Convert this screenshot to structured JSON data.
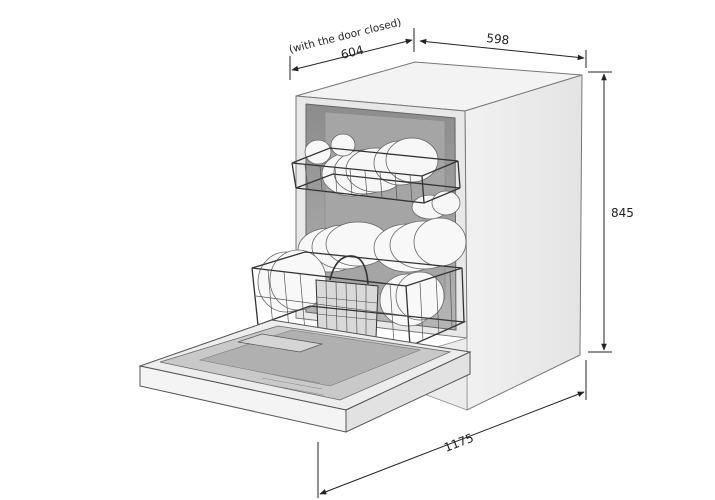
{
  "dimensions": {
    "depth_closed_note": "(with the door closed)",
    "depth_closed": "604",
    "width": "598",
    "height": "845",
    "depth_open": "1175"
  }
}
